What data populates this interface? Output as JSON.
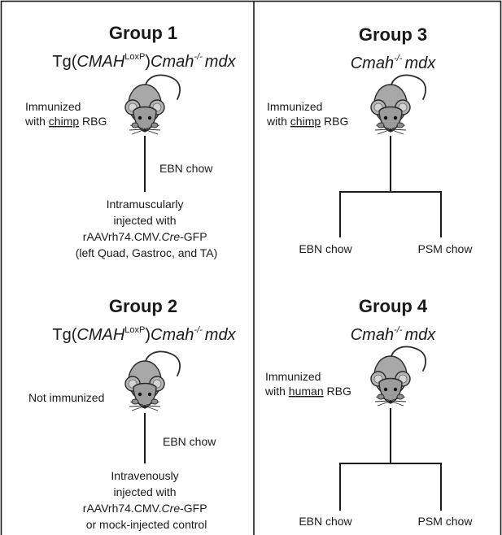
{
  "panels": {
    "group1": {
      "title": "Group 1",
      "genotype": {
        "pre": "Tg(",
        "gene": "CMAH",
        "gene_sup": "LoxP",
        "close": ")",
        "cmah": "Cmah",
        "cmah_sup": "-/-",
        "mdx": "mdx"
      },
      "immunization": [
        "Immunized",
        "with ",
        "chimp",
        " RBG"
      ],
      "chow": "EBN chow",
      "treatment": {
        "line1": "Intramuscularly",
        "line2": "injected with",
        "line3_pre": "rAAVrh74.CMV.",
        "line3_ital": "Cre",
        "line3_post": "-GFP",
        "line4": "(left Quad, Gastroc, and TA)"
      }
    },
    "group2": {
      "title": "Group 2",
      "genotype": {
        "pre": "Tg(",
        "gene": "CMAH",
        "gene_sup": "LoxP",
        "close": ")",
        "cmah": "Cmah",
        "cmah_sup": "-/-",
        "mdx": "mdx"
      },
      "immunization": "Not immunized",
      "chow": "EBN chow",
      "treatment": {
        "line1": "Intravenously",
        "line2": "injected with",
        "line3_pre": "rAAVrh74.CMV.",
        "line3_ital": "Cre",
        "line3_post": "-GFP",
        "line4": "or mock-injected control"
      }
    },
    "group3": {
      "title": "Group 3",
      "genotype": {
        "cmah": "Cmah",
        "cmah_sup": "-/-",
        "mdx": "mdx"
      },
      "immunization": [
        "Immunized",
        "with ",
        "chimp",
        " RBG"
      ],
      "branches": [
        "EBN chow",
        "PSM chow"
      ]
    },
    "group4": {
      "title": "Group 4",
      "genotype": {
        "cmah": "Cmah",
        "cmah_sup": "-/-",
        "mdx": "mdx"
      },
      "immunization": [
        "Immunized",
        "with ",
        "human",
        " RBG"
      ],
      "branches": [
        "EBN chow",
        "PSM chow"
      ]
    }
  },
  "icons": {
    "mouse": "mouse-icon"
  }
}
